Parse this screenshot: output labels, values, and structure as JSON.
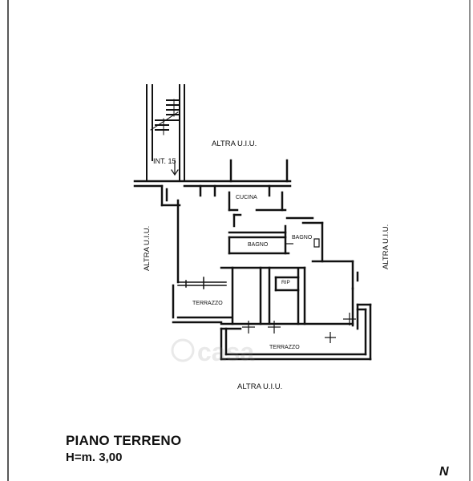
{
  "labels": {
    "altra_top": "ALTRA U.I.U.",
    "altra_left": "ALTRA U.I.U.",
    "altra_right": "ALTRA U.I.U.",
    "altra_bottom": "ALTRA U.I.U.",
    "int": "INT. 15",
    "cucina": "CUCINA",
    "bagno1": "BAGNO",
    "bagno2": "BAGNO",
    "rip": "RIP",
    "terrazzo_left": "TERRAZZO",
    "terrazzo_bottom": "TERRAZZO",
    "watermark": "casa"
  },
  "footer": {
    "title": "PIANO TERRENO",
    "height": "H=m. 3,00",
    "north": "N"
  }
}
